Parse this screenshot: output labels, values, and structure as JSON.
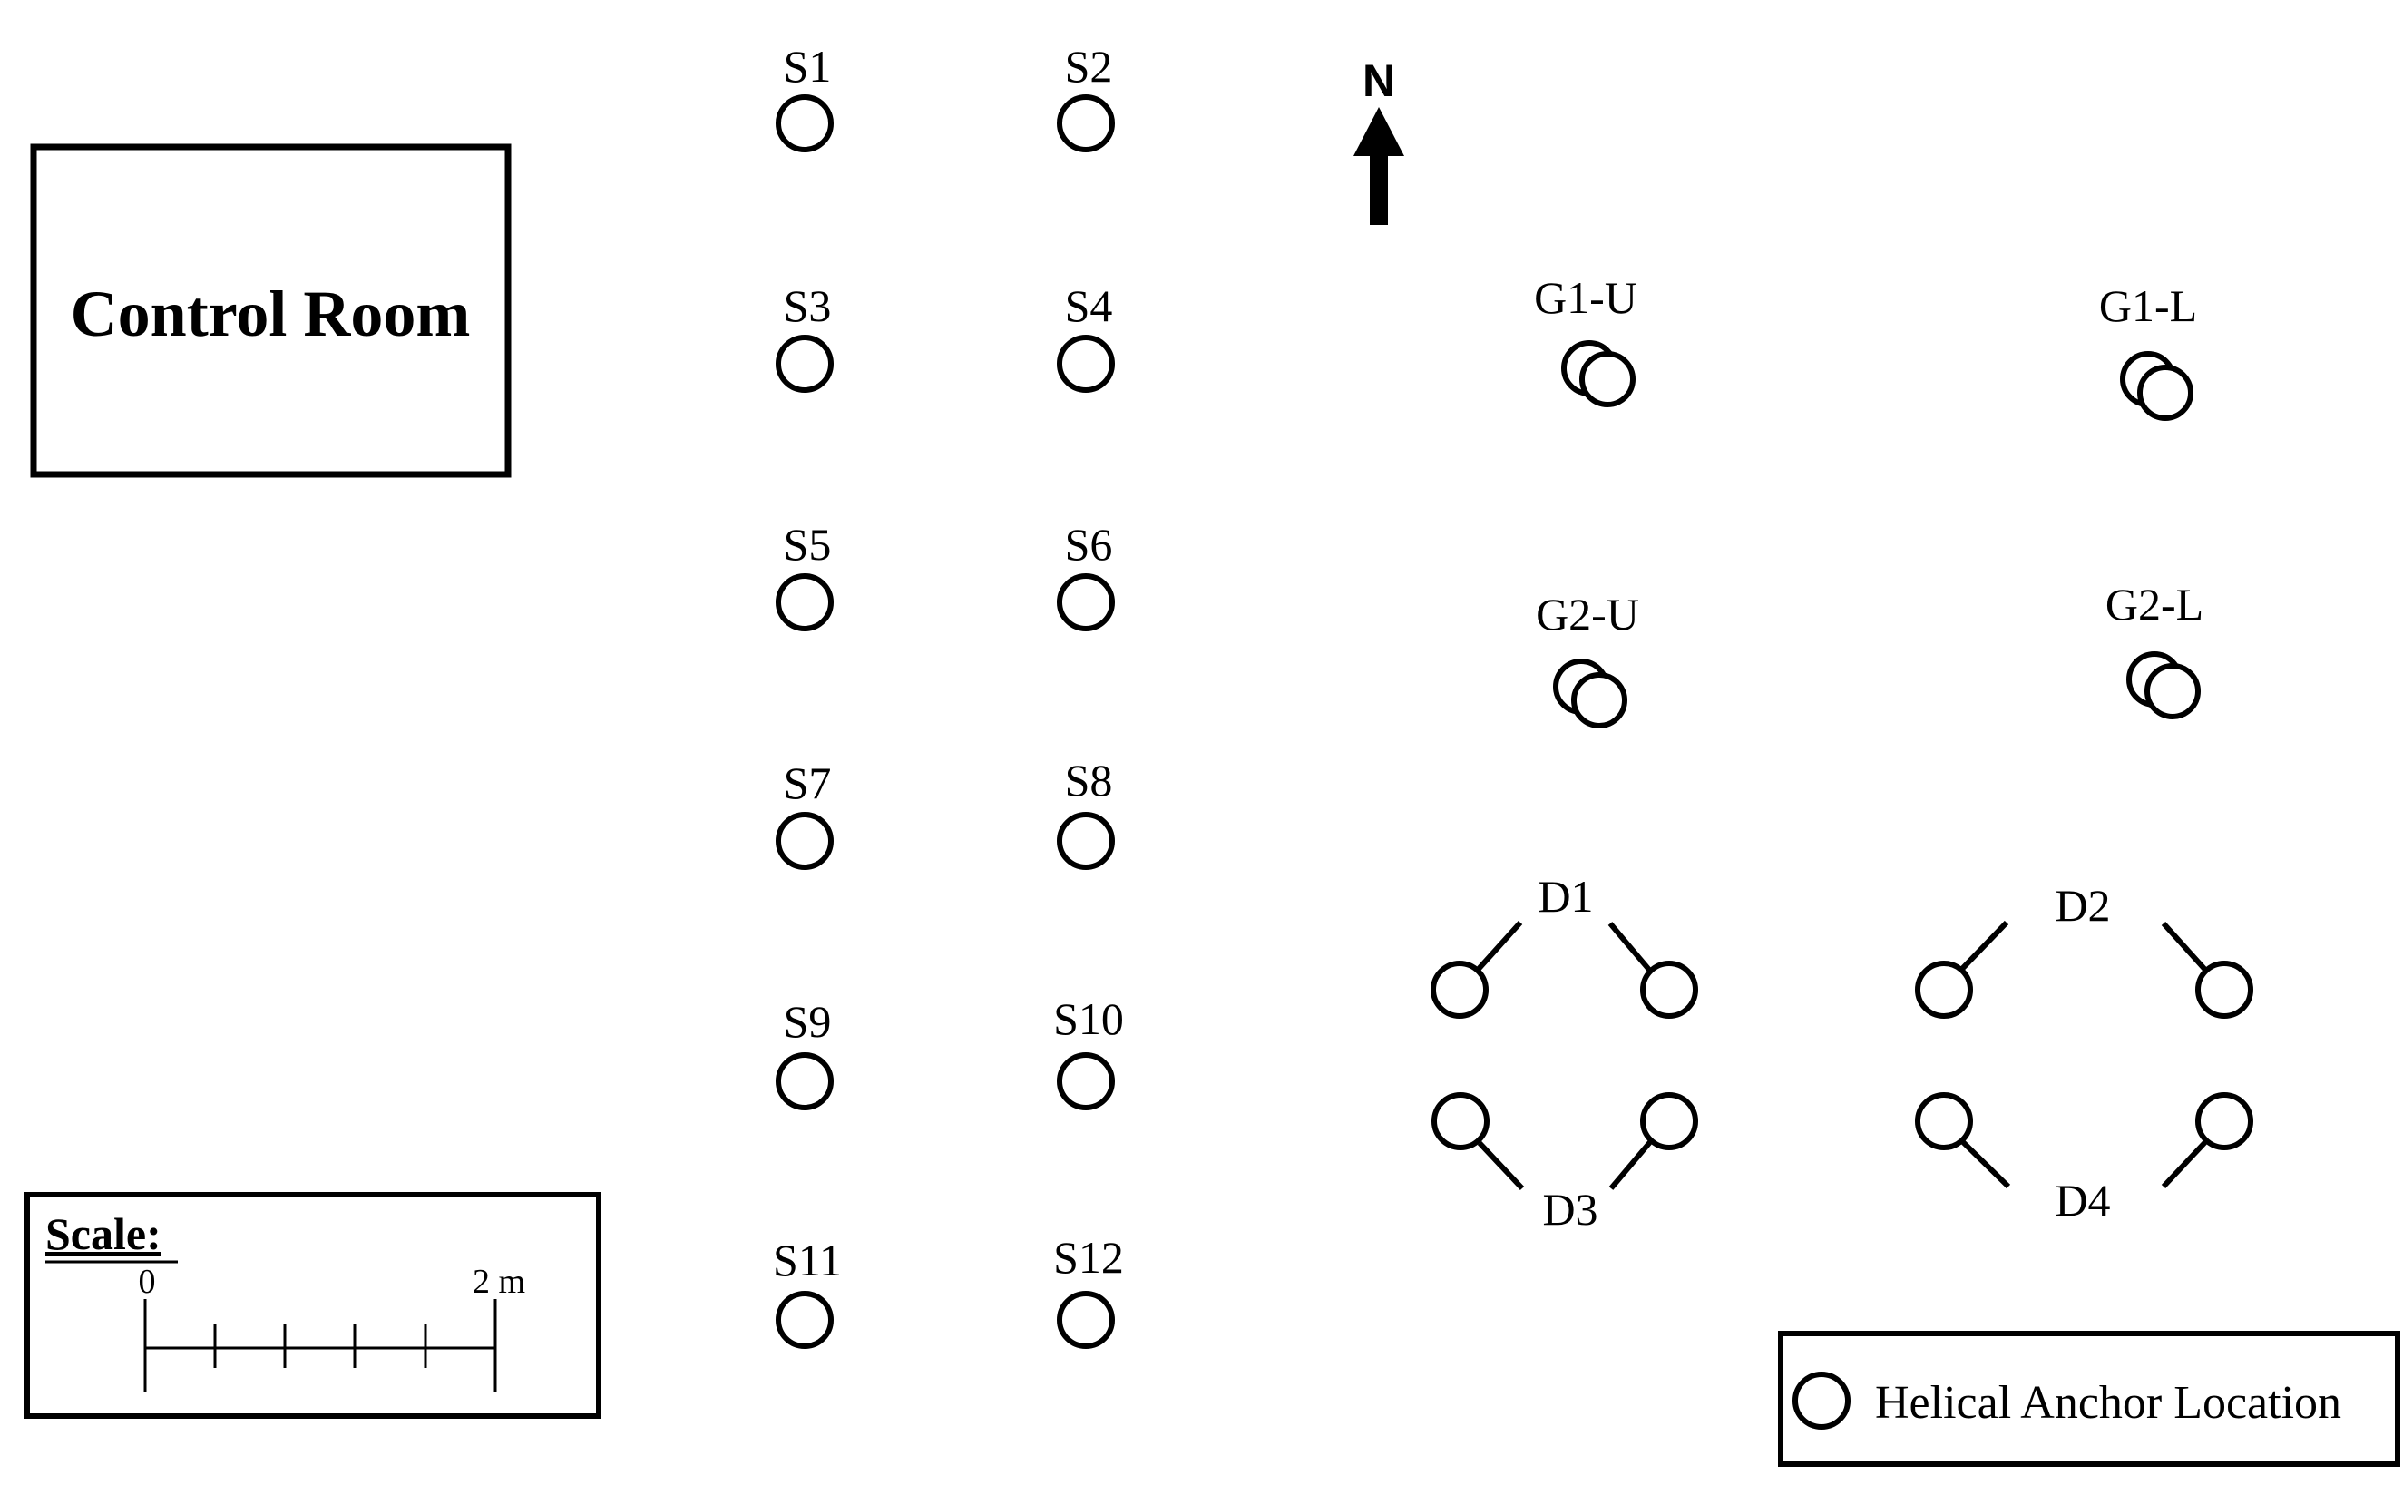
{
  "control_room": {
    "label": "Control Room"
  },
  "north": {
    "label": "N"
  },
  "anchors": {
    "S1": "S1",
    "S2": "S2",
    "S3": "S3",
    "S4": "S4",
    "S5": "S5",
    "S6": "S6",
    "S7": "S7",
    "S8": "S8",
    "S9": "S9",
    "S10": "S10",
    "S11": "S11",
    "S12": "S12"
  },
  "groups": {
    "G1U": "G1-U",
    "G1L": "G1-L",
    "G2U": "G2-U",
    "G2L": "G2-L"
  },
  "clusters": {
    "D1": "D1",
    "D2": "D2",
    "D3": "D3",
    "D4": "D4"
  },
  "scale": {
    "title": "Scale:",
    "min": "0",
    "max": "2 m"
  },
  "legend": {
    "label": "Helical Anchor Location"
  }
}
